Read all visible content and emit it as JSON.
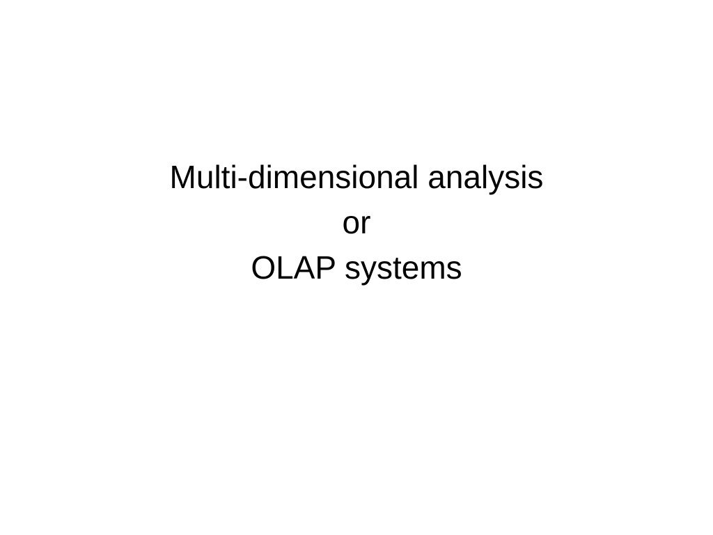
{
  "slide": {
    "title_lines": [
      "Multi-dimensional analysis",
      "or",
      "OLAP systems"
    ],
    "background_color": "#ffffff",
    "text_color": "#000000"
  }
}
